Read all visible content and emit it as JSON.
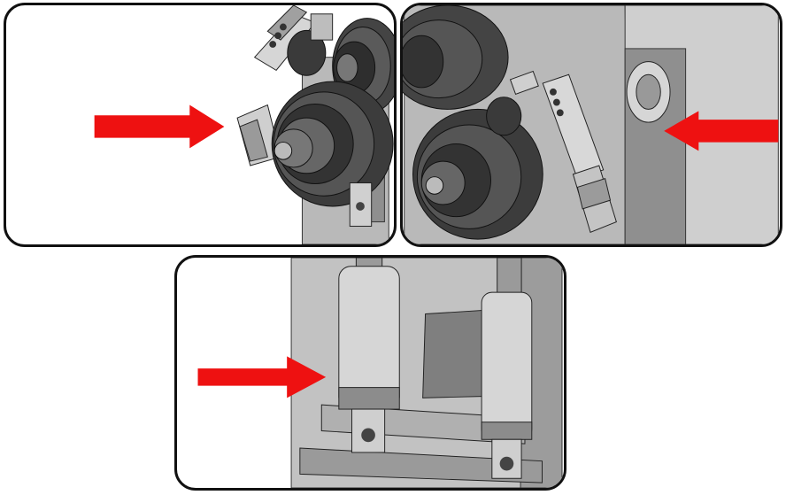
{
  "colors": {
    "arrow": "#ee1111",
    "frame": "#111111",
    "plate": "#b9b9b9",
    "plate_dark": "#8f8f8f",
    "metal_dark": "#2b2b2b",
    "metal_mid": "#6b6b6b",
    "metal_light": "#d6d6d6"
  },
  "panels": [
    {
      "id": "panel-top-left",
      "arrow_direction": "right",
      "subject": "roller-stack-with-sensor-bracket"
    },
    {
      "id": "panel-top-right",
      "arrow_direction": "left",
      "subject": "rollers-with-hydraulic-fitting"
    },
    {
      "id": "panel-bottom",
      "arrow_direction": "right",
      "subject": "twin-hydraulic-cylinders"
    }
  ]
}
